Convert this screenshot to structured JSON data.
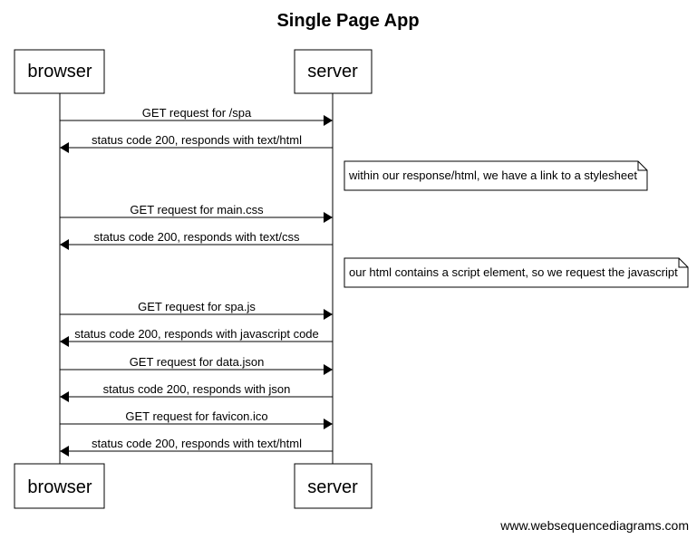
{
  "title": "Single Page App",
  "participants": {
    "browser": "browser",
    "server": "server"
  },
  "messages": [
    {
      "text": "GET request for /spa",
      "dir": "right"
    },
    {
      "text": "status code 200, responds with text/html",
      "dir": "left"
    },
    {
      "text": "GET request for main.css",
      "dir": "right"
    },
    {
      "text": "status code 200, responds with text/css",
      "dir": "left"
    },
    {
      "text": "GET request for spa.js",
      "dir": "right"
    },
    {
      "text": "status code 200, responds with javascript code",
      "dir": "left"
    },
    {
      "text": "GET request for data.json",
      "dir": "right"
    },
    {
      "text": "status code 200, responds with json",
      "dir": "left"
    },
    {
      "text": "GET request for favicon.ico",
      "dir": "right"
    },
    {
      "text": "status code 200, responds with text/html",
      "dir": "left"
    }
  ],
  "notes": [
    {
      "text": "within our response/html, we have a link to a stylesheet"
    },
    {
      "text": "our html contains a script element, so we request the javascript"
    }
  ],
  "footer": "www.websequencediagrams.com"
}
